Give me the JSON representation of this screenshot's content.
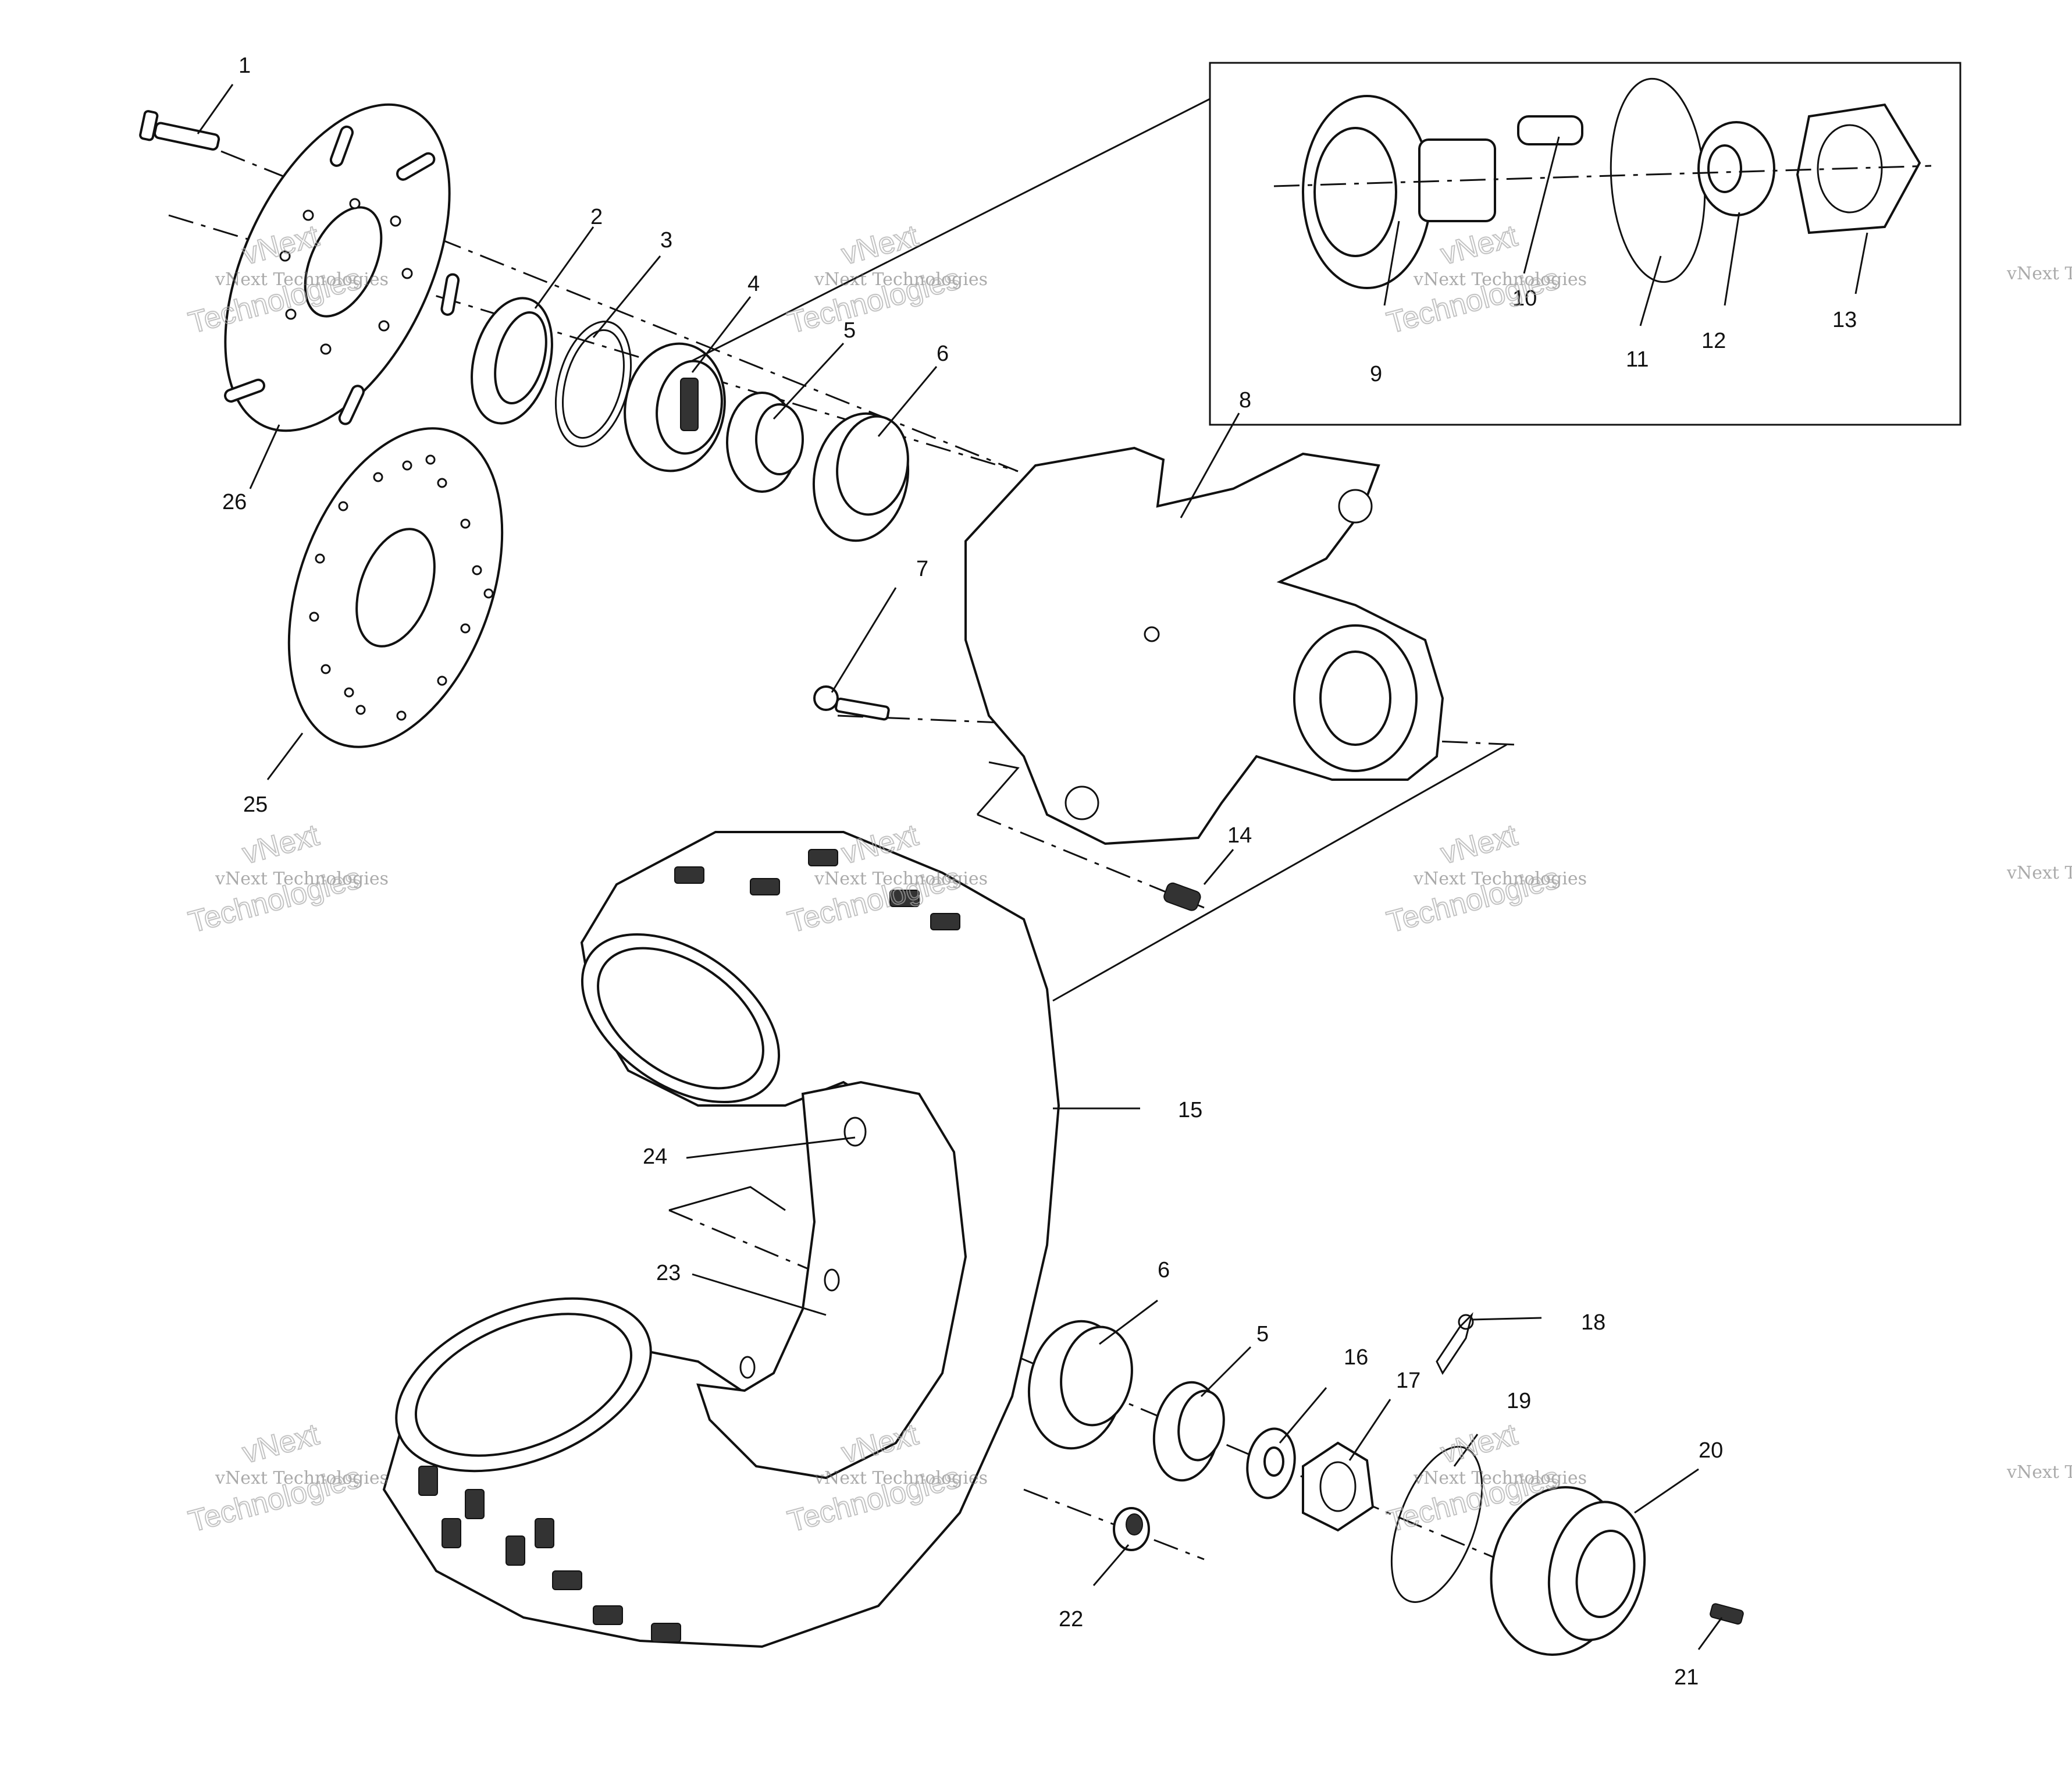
{
  "callouts": [
    "1",
    "2",
    "3",
    "4",
    "5",
    "6",
    "7",
    "8",
    "9",
    "10",
    "11",
    "12",
    "13",
    "14",
    "15",
    "16",
    "17",
    "18",
    "19",
    "20",
    "21",
    "22",
    "23",
    "24",
    "25",
    "26"
  ],
  "callouts_dup": {
    "five_b": "5",
    "six_b": "6"
  },
  "watermark": {
    "small": "vNext Technologies",
    "large1": "vNext",
    "large2": "Technologies"
  }
}
